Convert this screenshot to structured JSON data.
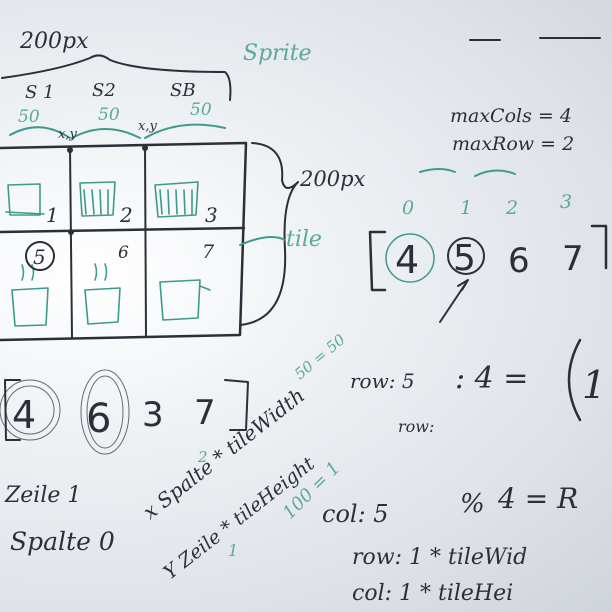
{
  "top": {
    "width_label": "200px",
    "sprite_label": "Sprite",
    "slot_labels": [
      "S 1",
      "S2",
      "SB"
    ],
    "slot_widths": [
      "50",
      "50",
      "50"
    ],
    "xy_labels": [
      "x,y",
      "x,y"
    ],
    "height_label": "200px",
    "tile_label": "tile"
  },
  "grid": {
    "cell_numbers": [
      "1",
      "2",
      "3",
      "5",
      "6",
      "7"
    ]
  },
  "right": {
    "max_cols": "maxCols = 4",
    "max_row": "maxRow = 2",
    "indices": [
      "0",
      "1",
      "2",
      "3"
    ],
    "seq_numbers": [
      "4",
      "5",
      "6",
      "7"
    ],
    "row_div_left": "row: 5",
    "row_div_right": ": 4 =",
    "row_div_result": "1",
    "row_blank": "row:",
    "col_mod_left": "col: 5",
    "col_mod_op": "%",
    "col_mod_right": "4 = R",
    "row_mul": "row: 1 * tileWid",
    "col_mul": "col: 1 * tileHei"
  },
  "bottom_left": {
    "seq_numbers": [
      "4",
      "6",
      "3",
      "7"
    ],
    "zeile": "Zeile 1",
    "spalte": "Spalte 0",
    "x_formula": "x Spalte * tileWidth",
    "y_formula": "Y Zeile * tileHeight",
    "green_notes": [
      "50 = 50",
      "100 = 1",
      "2",
      "1"
    ]
  }
}
